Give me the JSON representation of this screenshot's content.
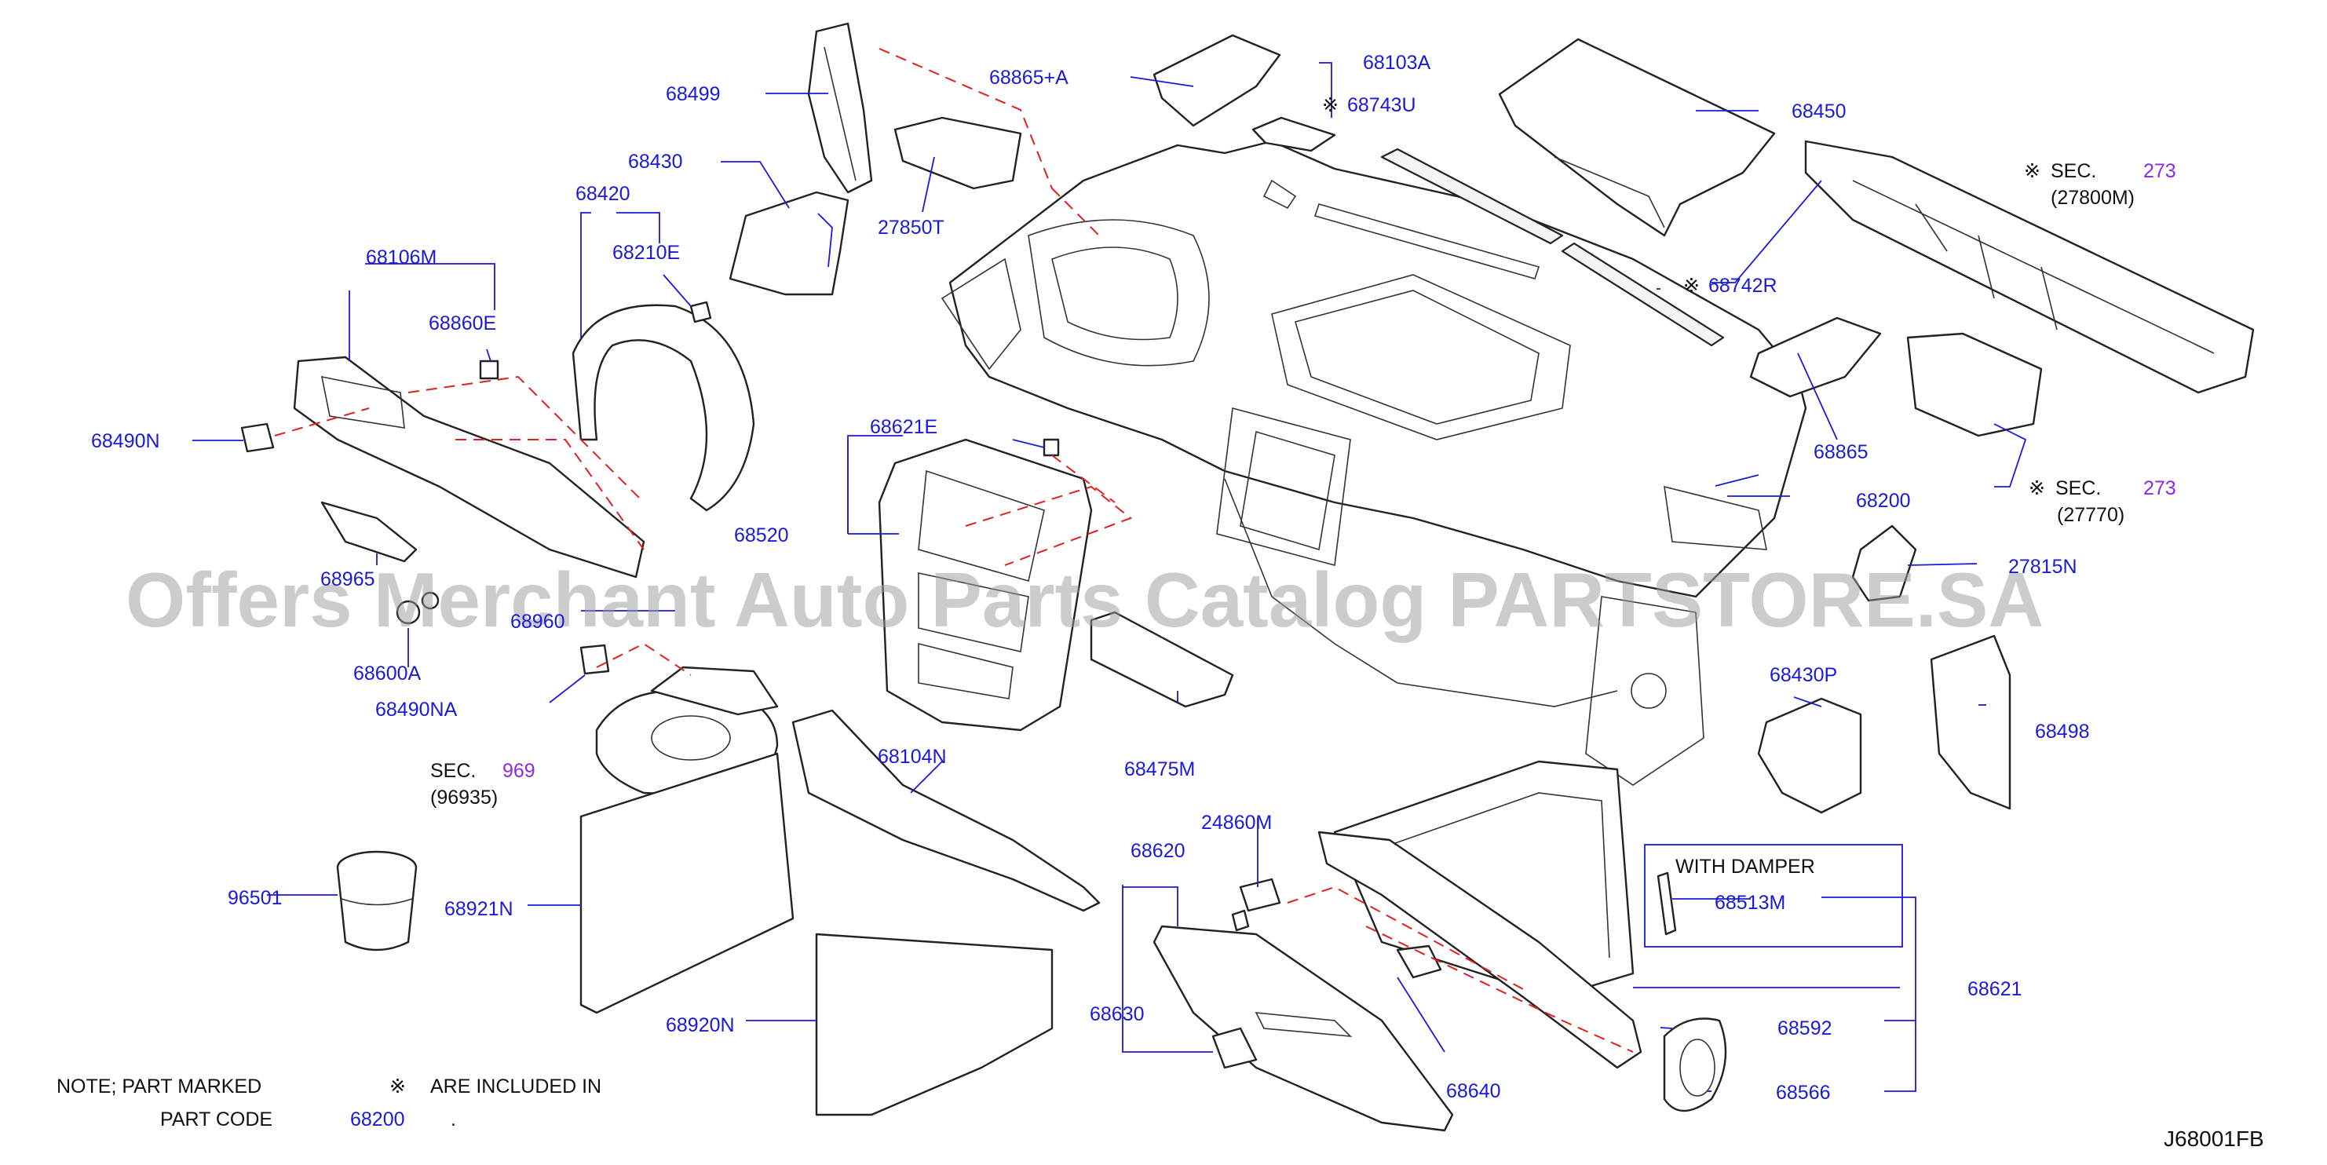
{
  "labels": {
    "l68865A": "68865+A",
    "l68499": "68499",
    "l68103A": "68103A",
    "l68743U": "68743U",
    "l68450": "68450",
    "l68430": "68430",
    "l27850T": "27850T",
    "l68420": "68420",
    "l68210E": "68210E",
    "l68106M": "68106M",
    "l68860E": "68860E",
    "l68490N": "68490N",
    "l68742R": "68742R",
    "l68865": "68865",
    "l68621E": "68621E",
    "l68520": "68520",
    "l68200": "68200",
    "l68965": "68965",
    "l68600A": "68600A",
    "l68960": "68960",
    "l68490NA": "68490NA",
    "l27815N": "27815N",
    "l68430P": "68430P",
    "l68498": "68498",
    "l68475M": "68475M",
    "l68104N": "68104N",
    "l24860M": "24860M",
    "l68620": "68620",
    "l96501": "96501",
    "l68921N": "68921N",
    "l68513M": "68513M",
    "l68621": "68621",
    "l68920N": "68920N",
    "l68630": "68630",
    "l68592": "68592",
    "l68640": "68640",
    "l68566": "68566"
  },
  "sections": {
    "s1": {
      "prefix": "SEC.",
      "code": "273",
      "sub": "(27800M)"
    },
    "s2": {
      "prefix": "SEC.",
      "code": "273",
      "sub": "(27770)"
    },
    "s3": {
      "prefix": "SEC.",
      "code": "969",
      "sub": "(96935)"
    }
  },
  "damper_box": {
    "title": "WITH  DAMPER"
  },
  "note": {
    "line1": "NOTE;  PART  MARKED",
    "mark": "※",
    "line1b": "ARE  INCLUDED  IN",
    "line2": "PART  CODE",
    "code": "68200",
    "end": "."
  },
  "marks": {
    "star": "※"
  },
  "diagram_id": "J68001FB",
  "watermark": "Offers Merchant Auto Parts Catalog PARTSTORE.SA",
  "colors": {
    "label": "#1a1ad6",
    "section_code": "#8a2be2",
    "dashed": "#e02020",
    "watermark": "#9a9a9a"
  }
}
